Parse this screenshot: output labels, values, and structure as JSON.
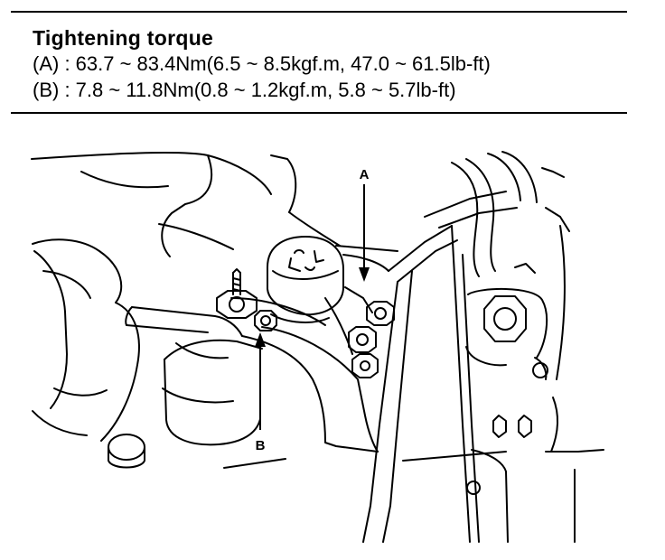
{
  "spec": {
    "title": "Tightening torque",
    "lines": [
      "(A) : 63.7 ~ 83.4Nm(6.5 ~ 8.5kgf.m, 47.0 ~ 61.5lb-ft)",
      "(B) : 7.8 ~ 11.8Nm(0.8 ~ 1.2kgf.m, 5.8 ~ 5.7lb-ft)"
    ]
  },
  "callouts": {
    "a": "A",
    "b": "B"
  },
  "colors": {
    "ink": "#000000",
    "paper": "#ffffff"
  }
}
